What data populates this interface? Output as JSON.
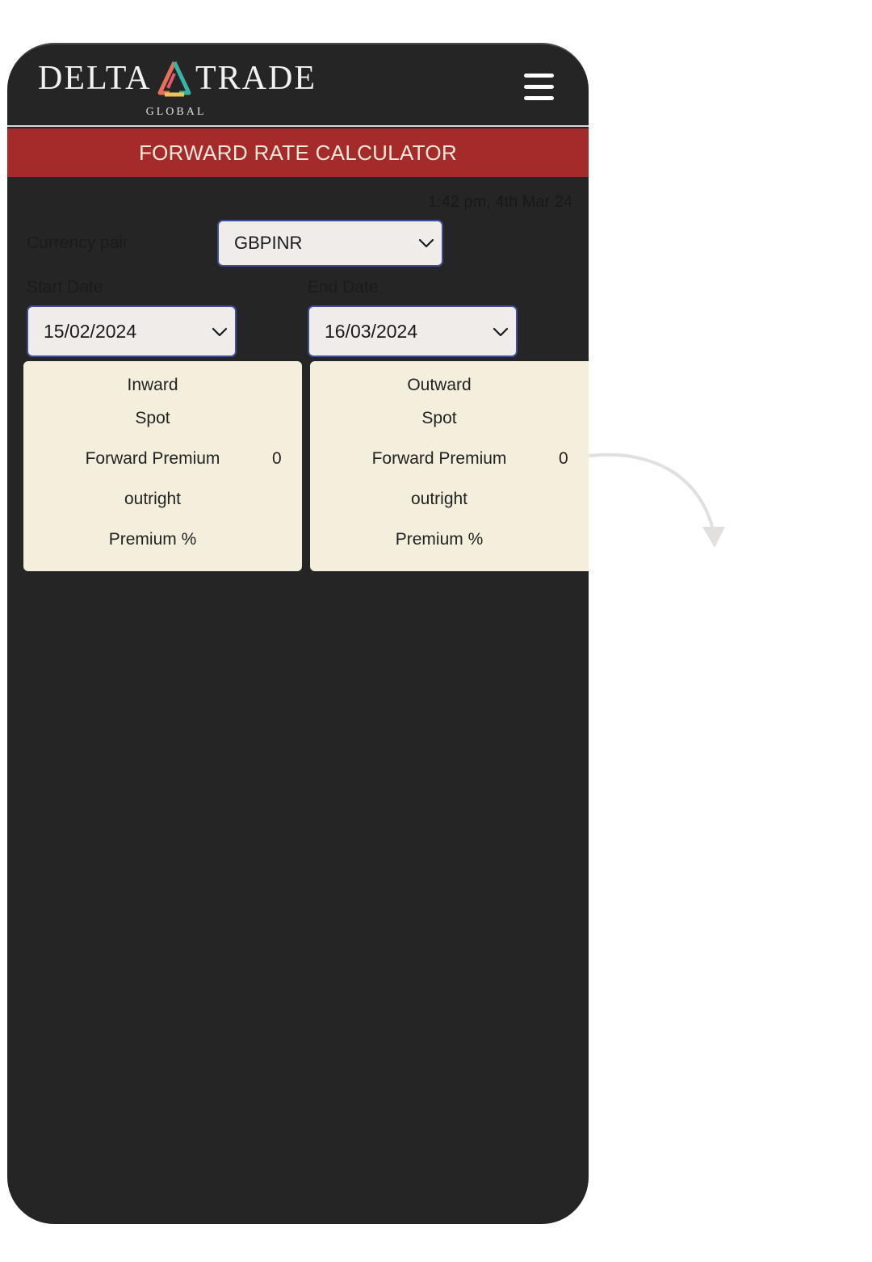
{
  "header": {
    "logo_left": "DELTA",
    "logo_right": "TRADE",
    "logo_sub": "GLOBAL",
    "menu_icon": "hamburger-menu-icon"
  },
  "title": "FORWARD RATE CALCULATOR",
  "timestamp": "1:42 pm, 4th Mar 24",
  "form": {
    "currency_label": "Currency pair",
    "currency_value": "GBPINR",
    "start_label": "Start Date",
    "start_value": "15/02/2024",
    "end_label": "End Date",
    "end_value": "16/03/2024"
  },
  "inward": {
    "heading": "Inward",
    "spot_label": "Spot",
    "forward_label": "Forward Premium",
    "forward_value": "0",
    "outright_label": "outright",
    "premium_label": "Premium %"
  },
  "outward": {
    "heading": "Outward",
    "spot_label": "Spot",
    "forward_label": "Forward Premium",
    "forward_value": "0",
    "outright_label": "outright",
    "premium_label": "Premium %"
  },
  "colors": {
    "background": "#252525",
    "title_bar": "#a52a2a",
    "card": "#f4efdd",
    "select_border": "#3d4f9a"
  }
}
